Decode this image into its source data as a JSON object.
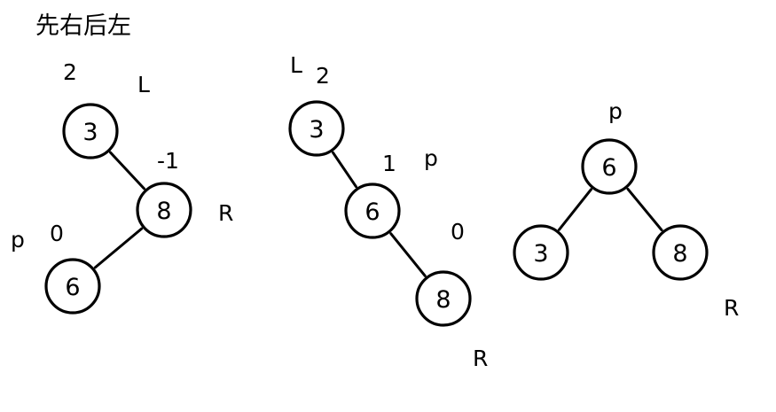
{
  "title": "先右后左",
  "diagrams": [
    {
      "nodes": [
        {
          "id": "a3",
          "value": "3"
        },
        {
          "id": "a8",
          "value": "8"
        },
        {
          "id": "a6",
          "value": "6"
        }
      ],
      "edges": [
        [
          "a3",
          "a8"
        ],
        [
          "a8",
          "a6"
        ]
      ],
      "labels": [
        {
          "id": "a-bf-3",
          "text": "2"
        },
        {
          "id": "a-L",
          "text": "L"
        },
        {
          "id": "a-bf-8",
          "text": "-1"
        },
        {
          "id": "a-R",
          "text": "R"
        },
        {
          "id": "a-p",
          "text": "p"
        },
        {
          "id": "a-bf-6",
          "text": "0"
        }
      ]
    },
    {
      "nodes": [
        {
          "id": "b3",
          "value": "3"
        },
        {
          "id": "b6",
          "value": "6"
        },
        {
          "id": "b8",
          "value": "8"
        }
      ],
      "edges": [
        [
          "b3",
          "b6"
        ],
        [
          "b6",
          "b8"
        ]
      ],
      "labels": [
        {
          "id": "b-L",
          "text": "L"
        },
        {
          "id": "b-bf-3",
          "text": "2"
        },
        {
          "id": "b-bf-6",
          "text": "1"
        },
        {
          "id": "b-p",
          "text": "p"
        },
        {
          "id": "b-bf-8",
          "text": "0"
        },
        {
          "id": "b-R",
          "text": "R"
        }
      ]
    },
    {
      "nodes": [
        {
          "id": "c6",
          "value": "6"
        },
        {
          "id": "c3",
          "value": "3"
        },
        {
          "id": "c8",
          "value": "8"
        }
      ],
      "edges": [
        [
          "c6",
          "c3"
        ],
        [
          "c6",
          "c8"
        ]
      ],
      "labels": [
        {
          "id": "c-p",
          "text": "p"
        },
        {
          "id": "c-R",
          "text": "R"
        }
      ]
    }
  ]
}
